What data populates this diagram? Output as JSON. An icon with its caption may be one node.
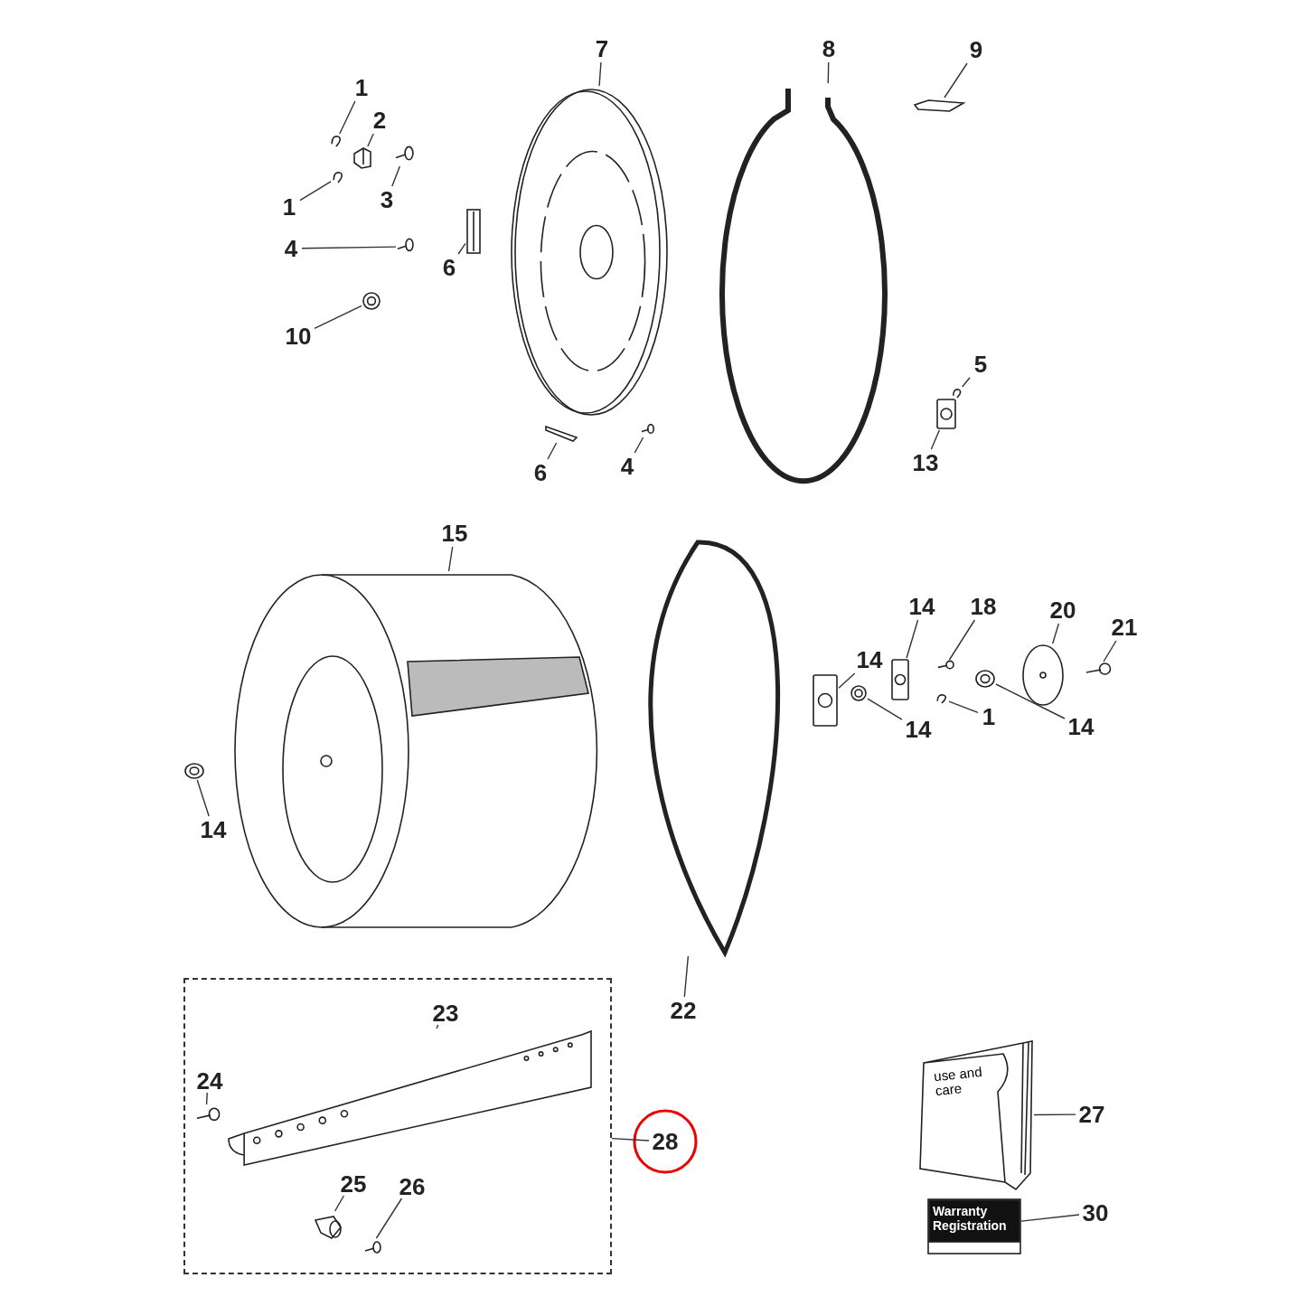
{
  "diagram": {
    "nodes": [
      {
        "text": [
          "1"
        ]
      },
      {
        "text": [],
        "shape": "picture"
      },
      {
        "text": [
          "2"
        ]
      },
      {
        "text": [],
        "shape": "picture"
      },
      {
        "text": [
          "1"
        ]
      },
      {
        "text": [],
        "shape": "picture"
      },
      {
        "text": [
          "3"
        ]
      },
      {
        "text": [],
        "shape": "picture"
      },
      {
        "text": [
          "4"
        ]
      },
      {
        "text": [],
        "shape": "picture"
      },
      {
        "text": [
          "6"
        ]
      },
      {
        "text": [],
        "shape": "picture"
      },
      {
        "text": [
          "7"
        ]
      },
      {
        "text": [],
        "shape": "picture"
      },
      {
        "text": [
          "8"
        ]
      },
      {
        "text": [],
        "shape": "picture"
      },
      {
        "text": [
          "9"
        ]
      },
      {
        "text": [],
        "shape": "picture"
      },
      {
        "text": [
          "10"
        ]
      },
      {
        "text": [],
        "shape": "picture"
      },
      {
        "text": [
          "5"
        ]
      },
      {
        "text": [],
        "shape": "picture"
      },
      {
        "text": [
          "13"
        ]
      },
      {
        "text": [],
        "shape": "picture"
      },
      {
        "text": [
          "6"
        ]
      },
      {
        "text": [],
        "shape": "picture"
      },
      {
        "text": [
          "4"
        ]
      },
      {
        "text": [],
        "shape": "picture"
      },
      {
        "text": [
          "15"
        ]
      },
      {
        "text": [],
        "shape": "picture"
      },
      {
        "text": [
          "14"
        ]
      },
      {
        "text": [],
        "shape": "picture"
      },
      {
        "text": [
          "22"
        ]
      },
      {
        "text": [],
        "shape": "picture"
      },
      {
        "text": [
          "14"
        ]
      },
      {
        "text": [],
        "shape": "picture"
      },
      {
        "text": [
          "14"
        ]
      },
      {
        "text": [],
        "shape": "picture"
      },
      {
        "text": [
          "18"
        ]
      },
      {
        "text": [],
        "shape": "picture"
      },
      {
        "text": [
          "20"
        ]
      },
      {
        "text": [],
        "shape": "picture"
      },
      {
        "text": [
          "21"
        ]
      },
      {
        "text": [],
        "shape": "picture"
      },
      {
        "text": [
          "14"
        ]
      },
      {
        "text": [],
        "shape": "picture"
      },
      {
        "text": [
          "1"
        ]
      },
      {
        "text": [],
        "shape": "picture"
      },
      {
        "text": [
          "14"
        ]
      },
      {
        "text": [],
        "shape": "picture"
      },
      {
        "text": [
          "28"
        ]
      },
      {
        "text": [],
        "shape": "box"
      },
      {
        "text": [
          "23"
        ],
        "in": 51
      },
      {
        "text": [],
        "shape": "picture",
        "in": 51
      },
      {
        "text": [
          "24"
        ],
        "in": 51
      },
      {
        "text": [],
        "shape": "picture",
        "in": 51
      },
      {
        "text": [
          "25"
        ],
        "in": 51
      },
      {
        "text": [],
        "shape": "picture",
        "in": 51
      },
      {
        "text": [
          "26"
        ],
        "in": 51
      },
      {
        "text": [],
        "shape": "picture",
        "in": 51
      },
      {
        "text": [
          "27"
        ]
      },
      {
        "text": [
          "use and care"
        ]
      },
      {
        "text": [
          "30"
        ]
      },
      {
        "text": [
          "Warranty Registration"
        ]
      }
    ],
    "edges": [
      {
        "from": 0,
        "to": 1,
        "arrow": "none"
      },
      {
        "from": 2,
        "to": 3,
        "arrow": "none"
      },
      {
        "from": 4,
        "to": 5,
        "arrow": "none"
      },
      {
        "from": 6,
        "to": 7,
        "arrow": "none"
      },
      {
        "from": 8,
        "to": 9,
        "arrow": "none"
      },
      {
        "from": 10,
        "to": 11,
        "arrow": "none"
      },
      {
        "from": 12,
        "to": 13,
        "arrow": "none"
      },
      {
        "from": 14,
        "to": 15,
        "arrow": "none"
      },
      {
        "from": 16,
        "to": 17,
        "arrow": "none"
      },
      {
        "from": 18,
        "to": 19,
        "arrow": "none"
      },
      {
        "from": 20,
        "to": 21,
        "arrow": "none"
      },
      {
        "from": 22,
        "to": 23,
        "arrow": "none"
      },
      {
        "from": 24,
        "to": 25,
        "arrow": "none"
      },
      {
        "from": 26,
        "to": 27,
        "arrow": "none"
      },
      {
        "from": 28,
        "to": 29,
        "arrow": "none"
      },
      {
        "from": 30,
        "to": 31,
        "arrow": "none"
      },
      {
        "from": 32,
        "to": 33,
        "arrow": "none"
      },
      {
        "from": 34,
        "to": 35,
        "arrow": "none"
      },
      {
        "from": 36,
        "to": 37,
        "arrow": "none"
      },
      {
        "from": 38,
        "to": 39,
        "arrow": "none"
      },
      {
        "from": 40,
        "to": 41,
        "arrow": "none"
      },
      {
        "from": 42,
        "to": 43,
        "arrow": "none"
      },
      {
        "from": 44,
        "to": 45,
        "arrow": "none"
      },
      {
        "from": 46,
        "to": 47,
        "arrow": "none"
      },
      {
        "from": 48,
        "to": 49,
        "arrow": "none"
      },
      {
        "from": 50,
        "to": 51,
        "arrow": "none"
      },
      {
        "from": 52,
        "to": 53,
        "arrow": "none"
      },
      {
        "from": 54,
        "to": 55,
        "arrow": "none"
      },
      {
        "from": 56,
        "to": 57,
        "arrow": "none"
      },
      {
        "from": 58,
        "to": 59,
        "arrow": "none"
      },
      {
        "from": 60,
        "to": 61,
        "arrow": "none"
      },
      {
        "from": 62,
        "to": 63,
        "arrow": "none"
      }
    ]
  }
}
